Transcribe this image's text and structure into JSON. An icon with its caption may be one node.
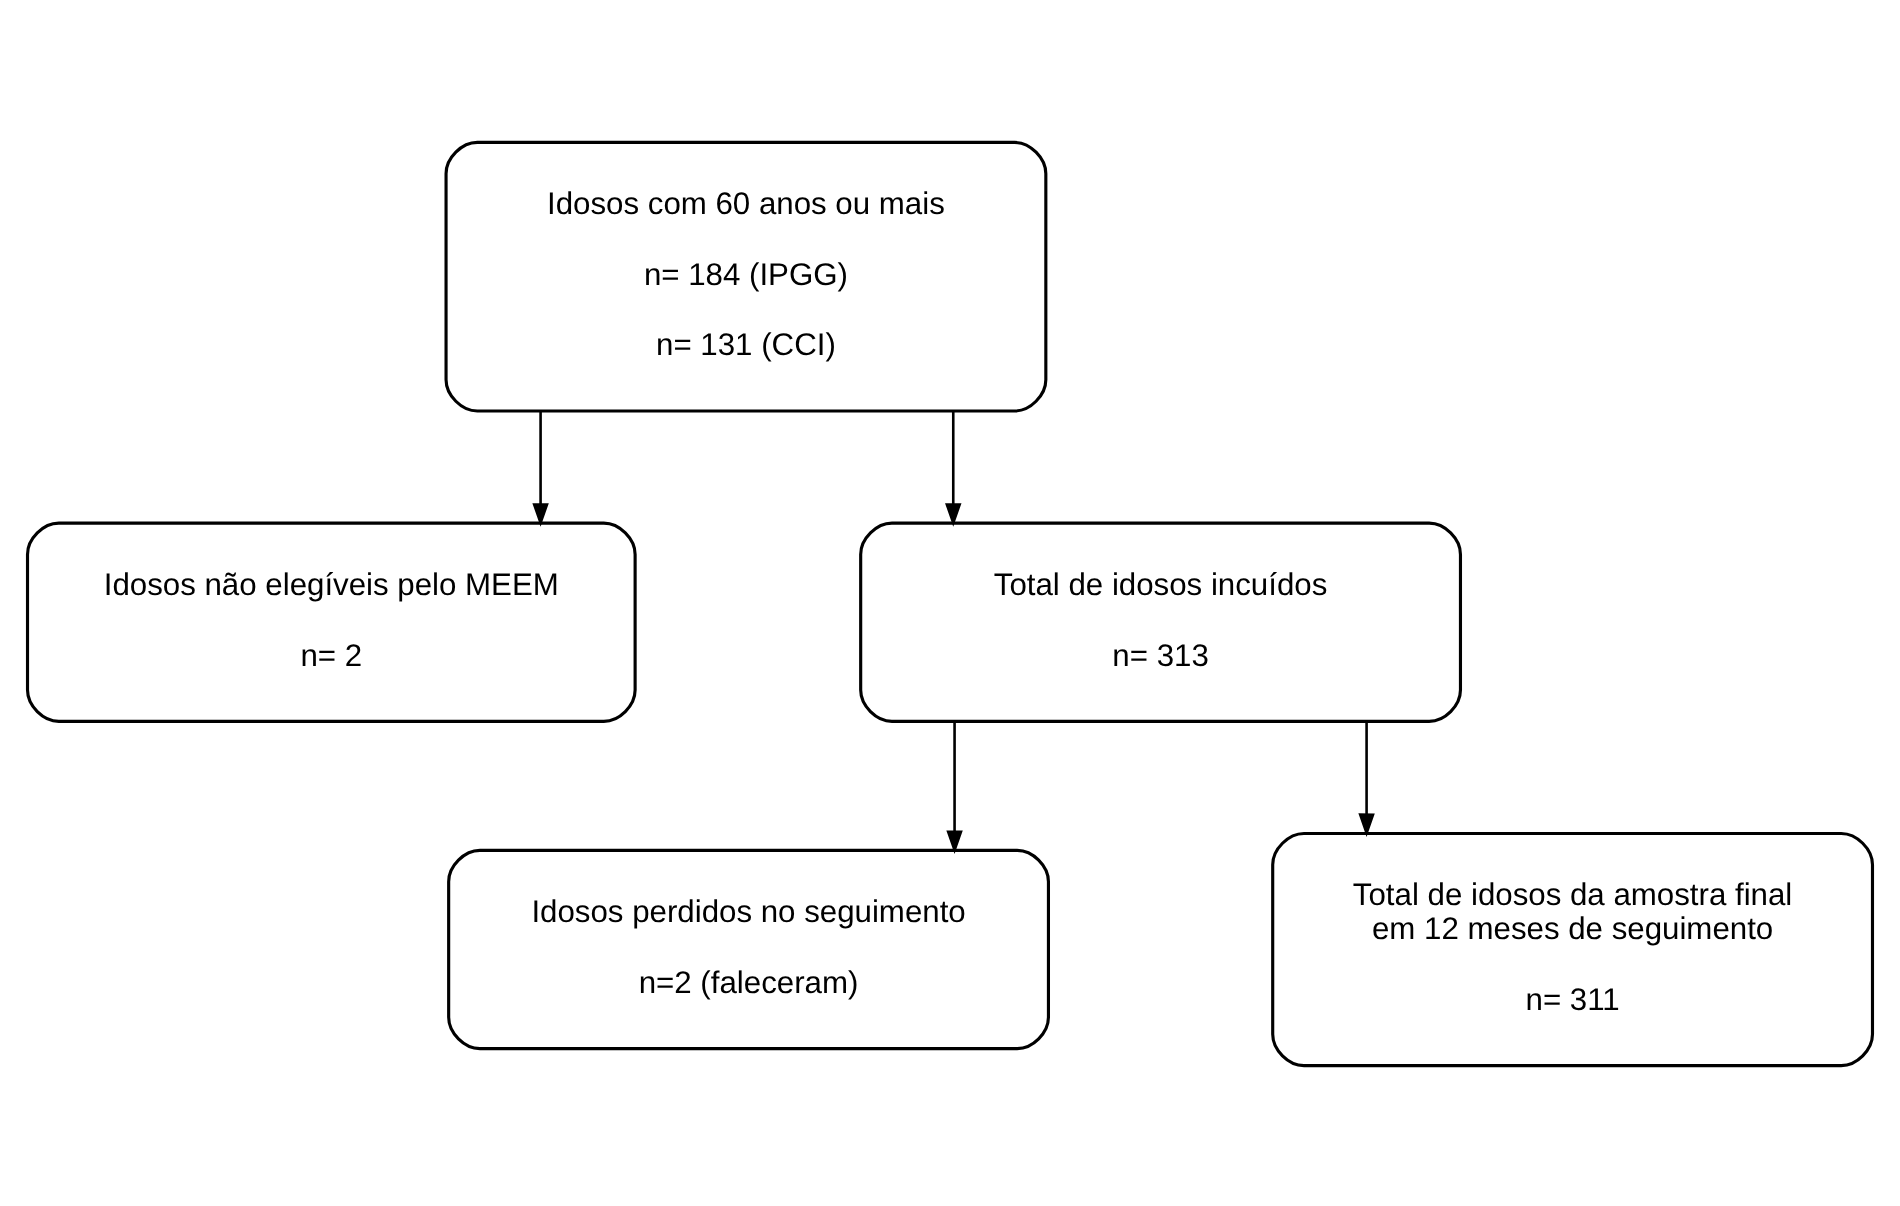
{
  "diagram": {
    "nodes": [
      {
        "text": [
          "Idosos com 60 anos ou mais",
          "n= 184 (IPGG)",
          "n= 131 (CCI)"
        ]
      },
      {
        "text": [
          "Idosos não elegíveis pelo MEEM",
          "n= 2"
        ]
      },
      {
        "text": [
          "Total de idosos incuídos",
          "n= 313"
        ]
      },
      {
        "text": [
          "Idosos perdidos no seguimento",
          "n=2 (faleceram)"
        ]
      },
      {
        "text": [
          "Total de idosos da amostra final em 12 meses de seguimento",
          "n= 311"
        ]
      }
    ],
    "edges": [
      {
        "from": 0,
        "to": 2,
        "arrow": "to"
      },
      {
        "from": 0,
        "to": 1,
        "arrow": "to"
      },
      {
        "from": 2,
        "to": 4,
        "arrow": "to"
      },
      {
        "from": 2,
        "to": 3,
        "arrow": "to"
      }
    ]
  }
}
